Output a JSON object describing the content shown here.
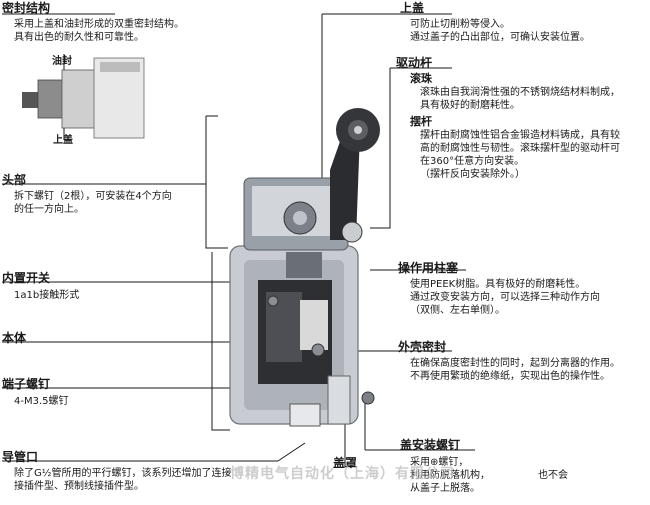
{
  "left": {
    "seal_title": "密封结构",
    "seal_desc_1": "采用上盖和油封形成的双重密封结构。",
    "seal_desc_2": "具有出色的耐久性和可靠性。",
    "inset_oil_seal": "油封",
    "inset_cover": "上盖",
    "head_title": "头部",
    "head_desc_1": "拆下螺钉（2根），可安装在4个方向",
    "head_desc_2": "的任一方向上。",
    "switch_title": "内置开关",
    "switch_desc": "1a1b接触形式",
    "body_title": "本体",
    "terminal_title": "端子螺钉",
    "terminal_desc": "4-M3.5螺钉",
    "conduit_title": "导管口",
    "conduit_desc_1": "除了G½管所用的平行螺钉，该系列还增加了连接",
    "conduit_desc_2": "接插件型、预制线接插件型。"
  },
  "right": {
    "cover_title": "上盖",
    "cover_desc_1": "可防止切削粉等侵入。",
    "cover_desc_2": "通过盖子的凸出部位，可确认安装位置。",
    "lever_title": "驱动杆",
    "roller_title": "滚珠",
    "roller_desc_1": "滚珠由自我润滑性强的不锈钢烧结材料制成，",
    "roller_desc_2": "具有极好的耐磨耗性。",
    "arm_title": "摆杆",
    "arm_desc_1": "摆杆由耐腐蚀性铝合金锻造材料铸成，具有较",
    "arm_desc_2": "高的耐腐蚀性与韧性。滚珠摆杆型的驱动杆可",
    "arm_desc_3": "在360°任意方向安装。",
    "arm_desc_4": "（摆杆反向安装除外。）",
    "plunger_title": "操作用柱塞",
    "plunger_desc_1": "使用PEEK树脂。具有极好的耐磨耗性。",
    "plunger_desc_2": "通过改变安装方向，可以选择三种动作方向",
    "plunger_desc_3": "（双侧、左右单侧）。",
    "housing_title": "外壳密封",
    "housing_desc_1": "在确保高度密封性的同时，起到分离器的作用。",
    "housing_desc_2": "不再使用繁琐的绝缘纸，实现出色的操作性。",
    "screw_title": "盖安装螺钉",
    "screw_desc_1": "采用⊕螺钉，",
    "screw_desc_2": "利用防脱落机构，",
    "screw_desc_3": "也不会",
    "screw_desc_4": "从盖子上脱落。"
  },
  "bottom": {
    "cover_label": "盖罩",
    "watermark": "博精电气自动化（上海）有限公司"
  }
}
